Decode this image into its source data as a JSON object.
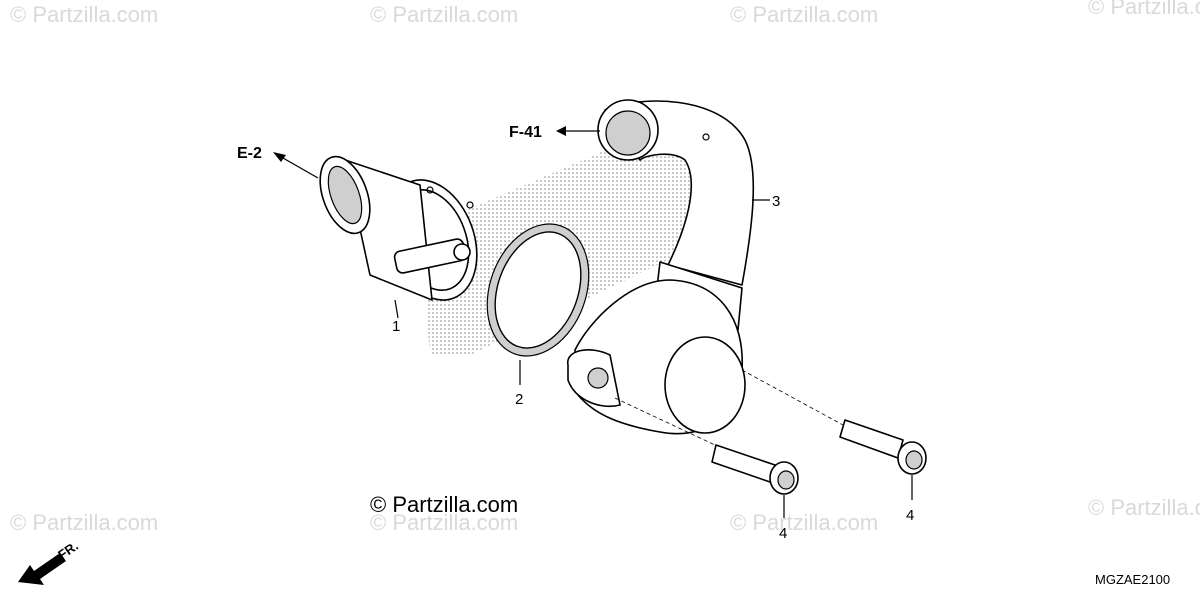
{
  "watermarks": [
    "© Partzilla.com",
    "© Partzilla.com",
    "© Partzilla.com",
    "© Partzilla.com",
    "© Partzilla.com",
    "© Partzilla.com",
    "© Partzilla.com",
    "© Partzilla.com"
  ],
  "copyright": "© Partzilla.com",
  "references": {
    "e2": "E-2",
    "f41": "F-41"
  },
  "callouts": {
    "part1": "1",
    "part2": "2",
    "part3": "3",
    "part4a": "4",
    "part4b": "4"
  },
  "direction_label": "FR.",
  "diagram_code": "MGZAE2100"
}
